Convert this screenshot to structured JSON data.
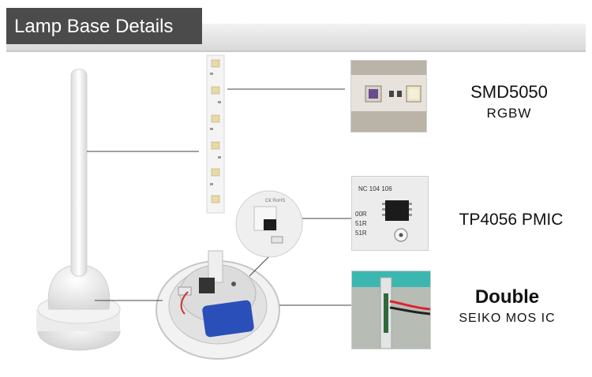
{
  "header": {
    "title": "Lamp Base Details"
  },
  "features": [
    {
      "title": "SMD5050",
      "subtitle": "RGBW"
    },
    {
      "title": "TP4056 PMIC",
      "subtitle": ""
    },
    {
      "title": "Double",
      "subtitle": "SEIKO MOS IC"
    }
  ],
  "colors": {
    "header_tab": "#4b4b4b",
    "header_stripe": "#e0e0e0",
    "lamp_body": "#f4f4f4",
    "pcb": "#222222",
    "battery": "#2a4fb8"
  }
}
